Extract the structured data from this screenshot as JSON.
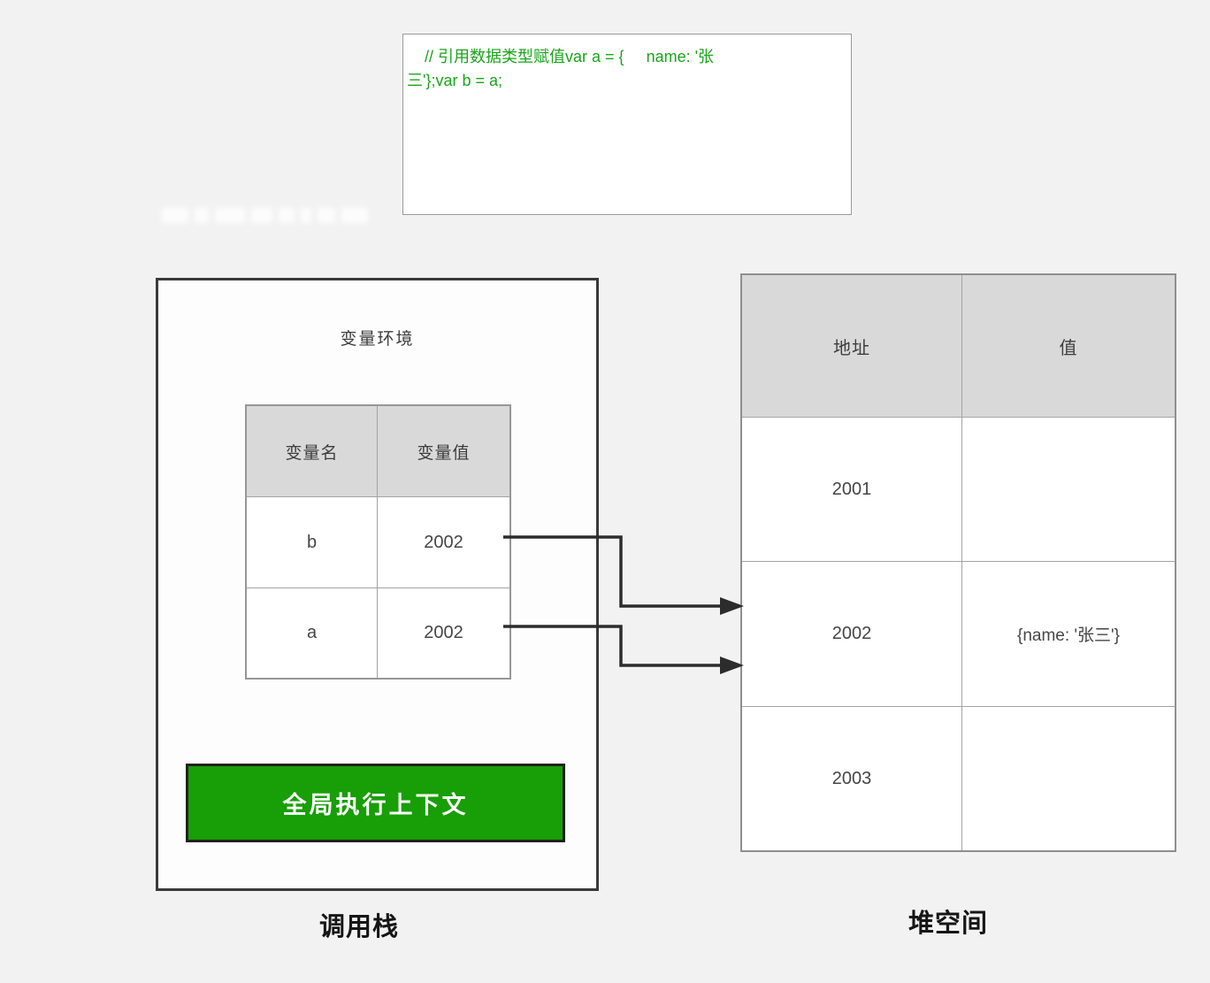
{
  "code_box": {
    "code": "    // 引用数据类型赋值var a = {     name: '张\n三'};var b = a;"
  },
  "call_stack": {
    "env_title": "变量环境",
    "table": {
      "headers": [
        "变量名",
        "变量值"
      ],
      "rows": [
        {
          "name": "b",
          "value": "2002"
        },
        {
          "name": "a",
          "value": "2002"
        }
      ]
    },
    "context_button": "全局执行上下文",
    "label": "调用栈"
  },
  "heap": {
    "table": {
      "headers": [
        "地址",
        "值"
      ],
      "rows": [
        {
          "address": "2001",
          "value": ""
        },
        {
          "address": "2002",
          "value": "{name: '张三'}"
        },
        {
          "address": "2003",
          "value": ""
        }
      ]
    },
    "label": "堆空间"
  },
  "colors": {
    "code_green": "#1aa51a",
    "button_green": "#189e06",
    "header_gray": "#d9d9d9"
  }
}
